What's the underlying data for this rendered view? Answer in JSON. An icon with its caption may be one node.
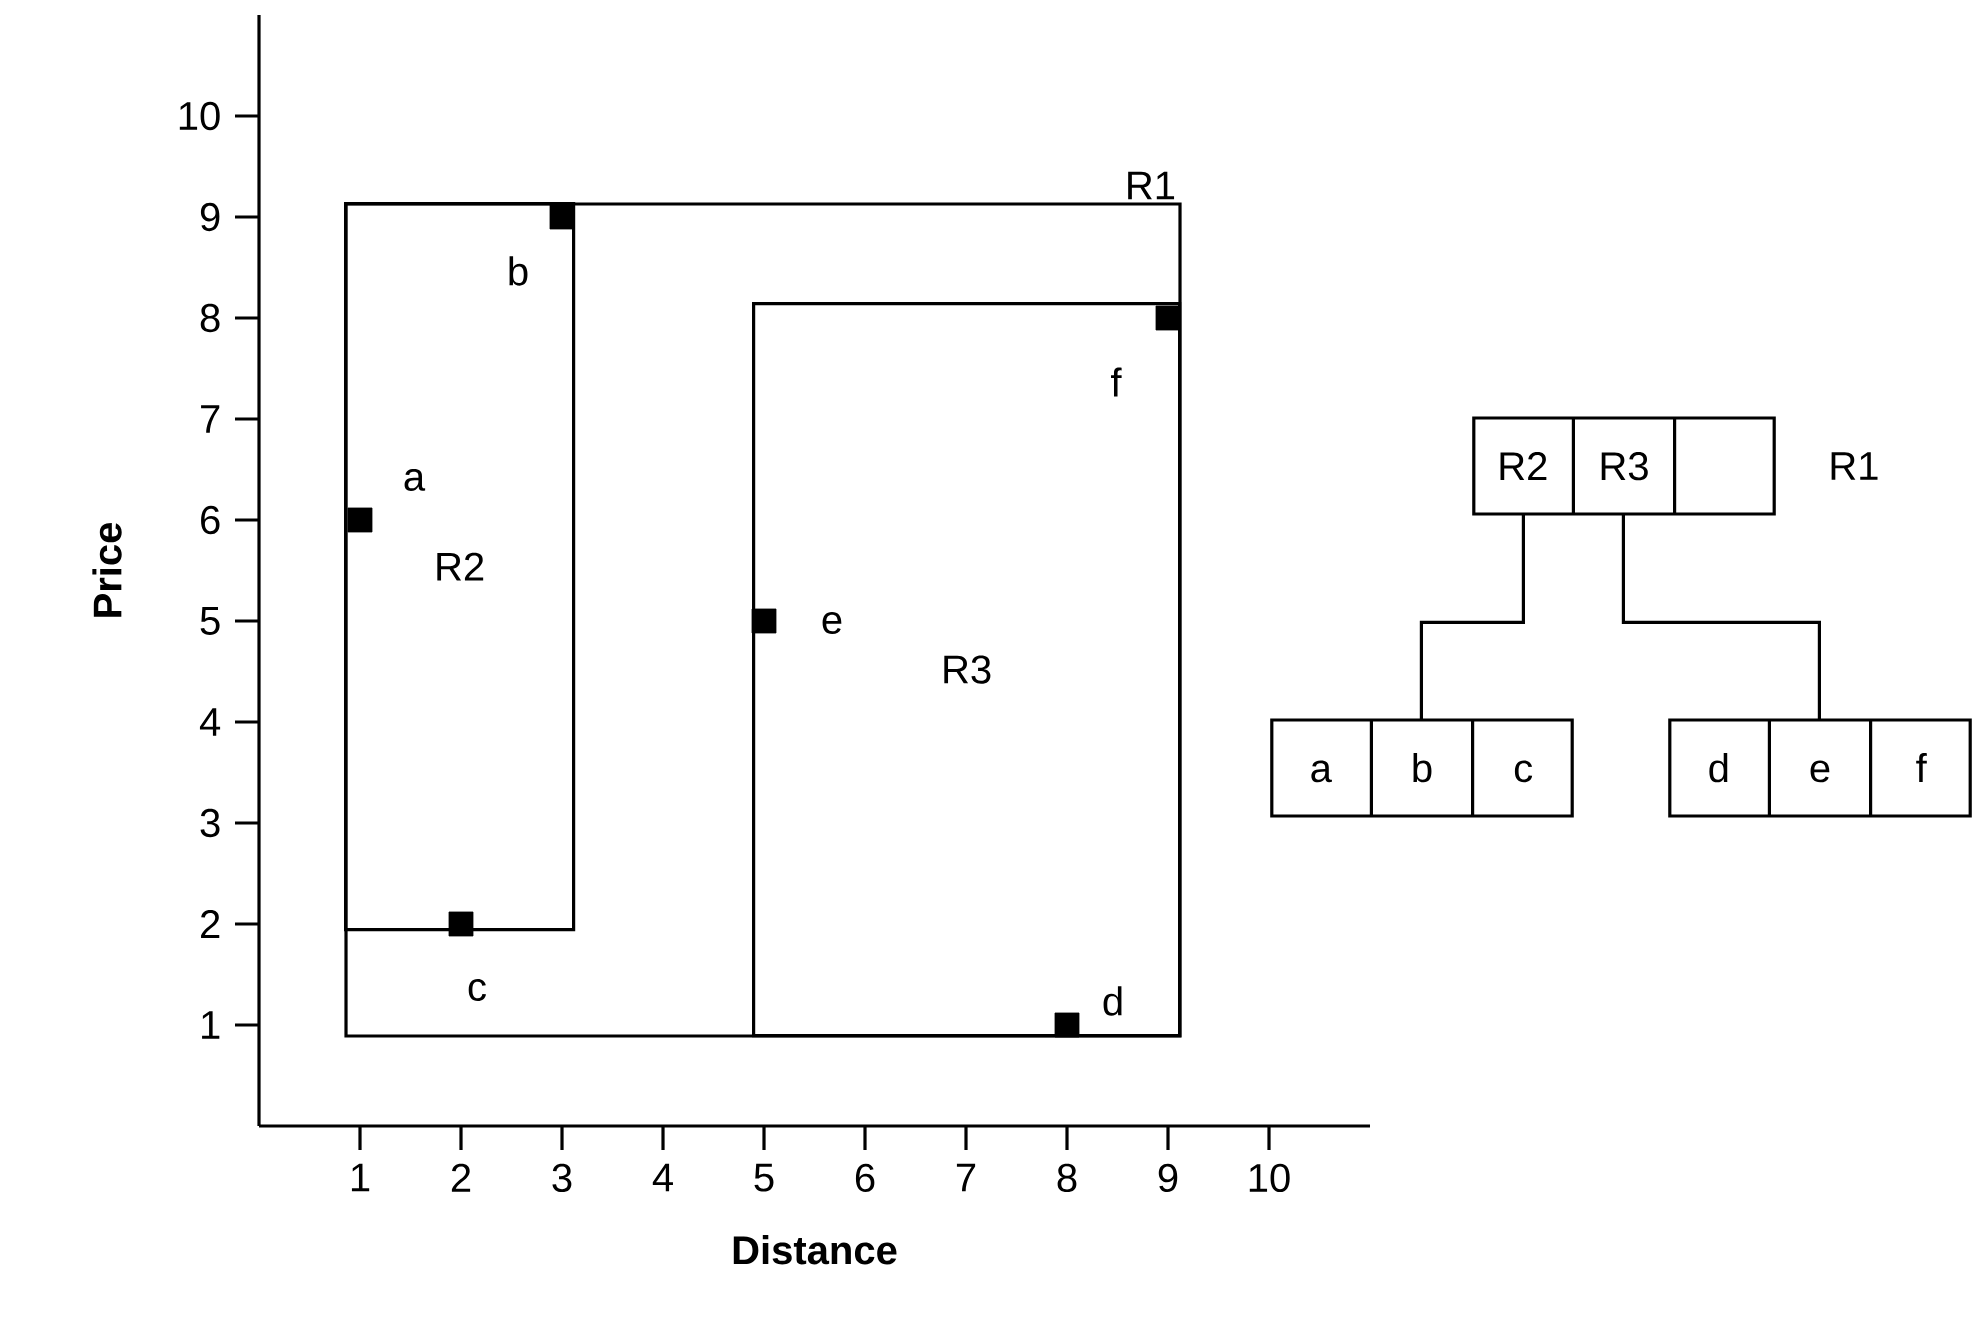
{
  "diagram": {
    "nodes": [
      {
        "text": [
          "R1"
        ]
      },
      {
        "text": [
          "R2"
        ],
        "in": 0
      },
      {
        "text": [
          "R3"
        ],
        "in": 0
      },
      {
        "text": [
          "R2",
          "R3"
        ],
        "beside": [
          "R1"
        ]
      },
      {
        "text": [
          "a",
          "b",
          "c"
        ]
      },
      {
        "text": [
          "d",
          "e",
          "f"
        ]
      }
    ],
    "edges": [
      {
        "from": 3,
        "to": 4,
        "arrow": "none"
      },
      {
        "from": 3,
        "to": 5,
        "arrow": "none"
      }
    ],
    "chart_data": {
      "type": "scatter",
      "xlabel": "Distance",
      "ylabel": "Price",
      "x": [
        1,
        3,
        2,
        8,
        5,
        9
      ],
      "values": [
        6,
        9,
        2,
        1,
        5,
        8
      ],
      "xlim": [
        0,
        11
      ],
      "ylim": [
        0,
        11
      ],
      "xticks": [
        1,
        2,
        3,
        4,
        5,
        6,
        7,
        8,
        9,
        10
      ],
      "yticks": [
        1,
        2,
        3,
        4,
        5,
        6,
        7,
        8,
        9,
        10
      ],
      "annotations": [
        {
          "x": 1,
          "y": 6,
          "text": "a"
        },
        {
          "x": 3,
          "y": 9,
          "text": "b"
        },
        {
          "x": 2,
          "y": 2,
          "text": "c"
        },
        {
          "x": 8,
          "y": 1,
          "text": "d"
        },
        {
          "x": 5,
          "y": 5,
          "text": "e"
        },
        {
          "x": 9,
          "y": 8,
          "text": "f"
        }
      ]
    }
  }
}
